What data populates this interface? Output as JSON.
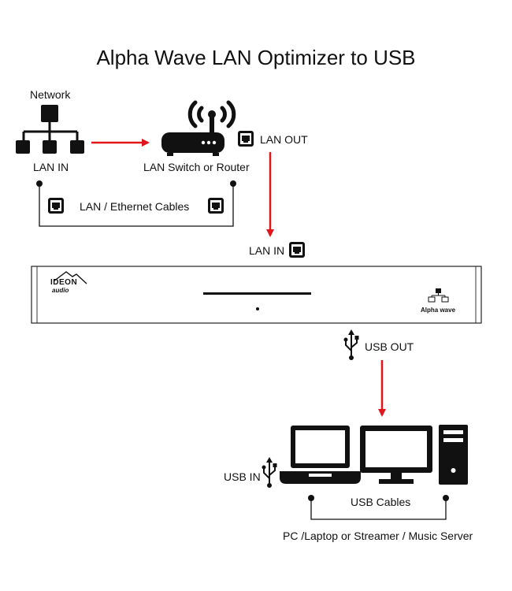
{
  "title": "Alpha Wave LAN Optimizer to USB",
  "labels": {
    "network": "Network",
    "lan_in_top": "LAN IN",
    "switch_router": "LAN Switch or Router",
    "lan_out": "LAN OUT",
    "ethernet_cables": "LAN / Ethernet Cables",
    "lan_in_device": "LAN IN",
    "usb_out": "USB OUT",
    "usb_in": "USB IN",
    "usb_cables": "USB Cables",
    "pc_caption": "PC /Laptop or Streamer / Music Server"
  },
  "device": {
    "brand": "IDEON",
    "brand_sub": "audio",
    "model": "Alpha wave"
  },
  "colors": {
    "arrow": "#e0161c",
    "ink": "#111111"
  }
}
